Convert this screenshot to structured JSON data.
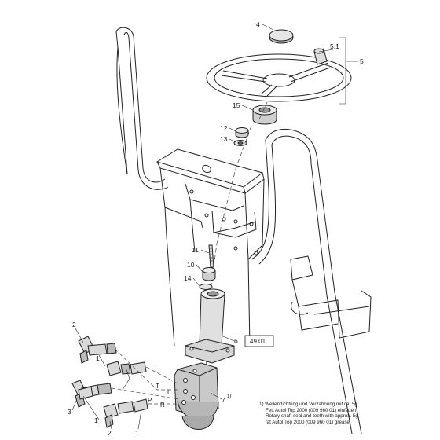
{
  "callouts": {
    "c1a": "1",
    "c1b": "1",
    "c1c": "1",
    "c2a": "2",
    "c2b": "2",
    "c3": "3",
    "c4": "4",
    "c5": "5",
    "c51": "5.1",
    "c6": "6",
    "c7": "7",
    "c7sup": "1)",
    "c10": "10",
    "c11": "11",
    "c12": "12",
    "c13": "13",
    "c14": "14",
    "c15": "15"
  },
  "reference_box": "49.01",
  "ports": {
    "t": "T",
    "l": "L",
    "p": "P",
    "r": "R"
  },
  "footnote": {
    "line1": "1) Wellendichtring und Verzahnung mit ca. 5g",
    "line2": "Fett Autol Top 2000 (009 960 01) einfetten.",
    "line3": "Rotary shaft seal and teeth with approx. 5g",
    "line4": "fat Autol Top 2000 (009 960 01) grease."
  }
}
